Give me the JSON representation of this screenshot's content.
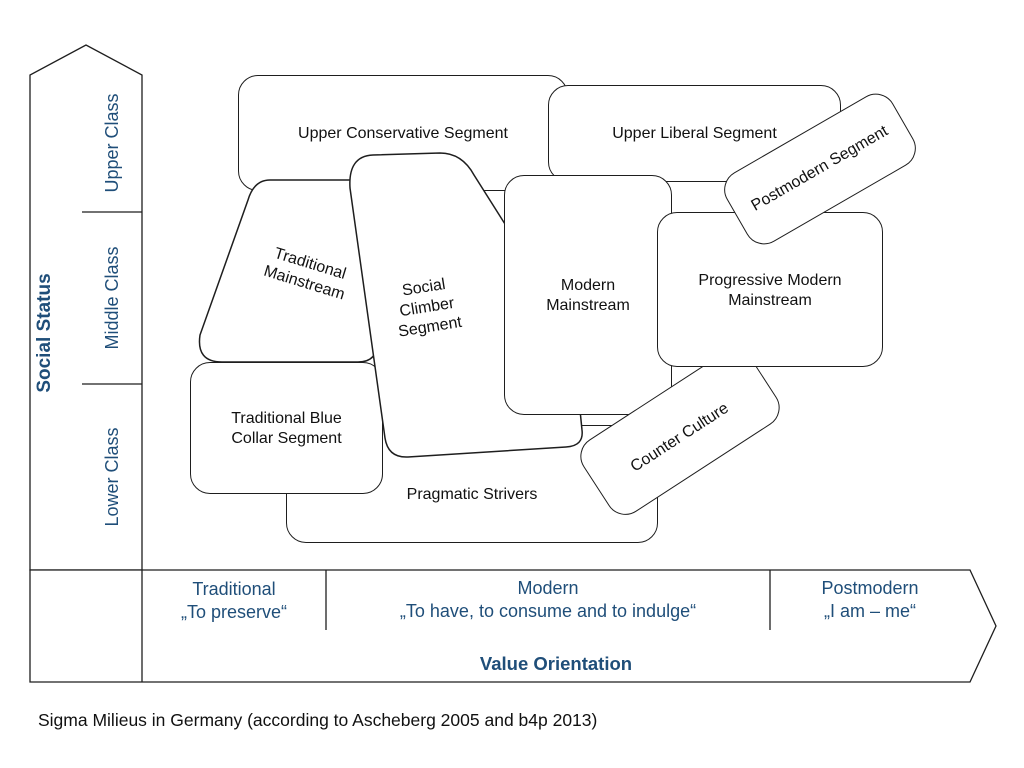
{
  "colors": {
    "axis_text": "#1f4e79",
    "stroke": "#1e1e1e",
    "text": "#111111"
  },
  "y_axis": {
    "title": "Social Status",
    "classes": [
      "Upper Class",
      "Middle Class",
      "Lower Class"
    ]
  },
  "x_axis": {
    "title": "Value Orientation",
    "orientations": [
      {
        "name": "Traditional",
        "motto": "„To preserve“"
      },
      {
        "name": "Modern",
        "motto": "„To have, to consume and to indulge“"
      },
      {
        "name": "Postmodern",
        "motto": "„I am – me“"
      }
    ]
  },
  "segments": {
    "upper_conservative": "Upper Conservative Segment",
    "upper_liberal": "Upper Liberal Segment",
    "postmodern": "Postmodern Segment",
    "traditional_mainstream": "Traditional\nMainstream",
    "social_climber": "Social\nClimber\nSegment",
    "modern_mainstream": "Modern\nMainstream",
    "progressive_modern": "Progressive Modern\nMainstream",
    "traditional_blue_collar": "Traditional Blue\nCollar Segment",
    "pragmatic_strivers": "Pragmatic Strivers",
    "counter_culture": "Counter Culture"
  },
  "caption": "Sigma Milieus in Germany (according to Ascheberg 2005 and b4p 2013)"
}
